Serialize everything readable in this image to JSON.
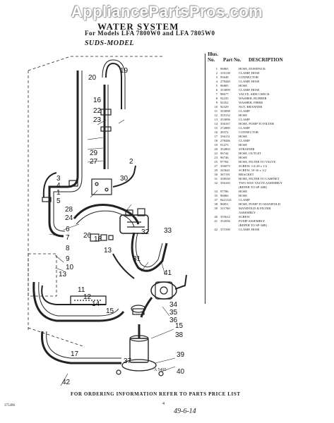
{
  "watermark": "AppliancePartsPros.com",
  "title": "WATER SYSTEM",
  "models": "For Models LFA 7800W0 and LFA 7805W0",
  "section": "SUDS-MODEL",
  "legend": {
    "head_illus": "Illus. No.",
    "head_part": "Part No.",
    "head_desc": "DESCRIPTION",
    "rows": [
      {
        "no": "1",
        "part": "96865",
        "desc": "HOSE, DOSEPACK"
      },
      {
        "no": "2",
        "part": "316138",
        "desc": "CLAMP, HOSE"
      },
      {
        "no": "3",
        "part": "95649",
        "desc": "CONNECTOR"
      },
      {
        "no": "4",
        "part": "278440",
        "desc": "CLAMP, HOSE"
      },
      {
        "no": "5",
        "part": "96805",
        "desc": "HOSE"
      },
      {
        "no": "6",
        "part": "353099",
        "desc": "CLAMP, HOSE"
      },
      {
        "no": "7",
        "part": "98677",
        "desc": "VALVE, SIDE CHECK"
      },
      {
        "no": "8",
        "part": "92235",
        "desc": "WASHER, RUBBER"
      },
      {
        "no": "9",
        "part": "92352",
        "desc": "WASHER, FIBER"
      },
      {
        "no": "10",
        "part": "92329",
        "desc": "NUT, BRANNER"
      },
      {
        "no": "11",
        "part": "353098",
        "desc": "CLAMP"
      },
      {
        "no": "12",
        "part": "355152",
        "desc": "HOSE"
      },
      {
        "no": "13",
        "part": "353096",
        "desc": "CLAMP"
      },
      {
        "no": "14",
        "part": "356167",
        "desc": "HOSE, PUMP TO FILTER"
      },
      {
        "no": "15",
        "part": "272885",
        "desc": "CLAMP"
      },
      {
        "no": "16",
        "part": "28372",
        "desc": "CONNECTOR"
      },
      {
        "no": "17",
        "part": "356151",
        "desc": "HOSE"
      },
      {
        "no": "18",
        "part": "278446",
        "desc": "CLAMP"
      },
      {
        "no": "19",
        "part": "91273",
        "desc": "HOSE"
      },
      {
        "no": "20",
        "part": "352803",
        "desc": "STRAINER"
      },
      {
        "no": "22",
        "part": "96744",
        "desc": "HOSE, OUTLET"
      },
      {
        "no": "23",
        "part": "96746",
        "desc": "HOSE"
      },
      {
        "no": "25",
        "part": "97784",
        "desc": "HOSE, FILTER TO VALVE"
      },
      {
        "no": "27",
        "part": "356075",
        "desc": "SCREW, 1/4-28 x 1/2"
      },
      {
        "no": "29",
        "part": "343641",
        "desc": "SCREW, 10-16 x 1/2"
      },
      {
        "no": "30",
        "part": "367191",
        "desc": "BRACKET"
      },
      {
        "no": "31",
        "part": "358530",
        "desc": "HOSE, FILTER TO CABINET"
      },
      {
        "no": "32",
        "part": "356165",
        "desc": "TWO WAY VALVE ASSEMBLY"
      },
      {
        "no": "",
        "part": "",
        "desc": "(REFER TO SP-34B)"
      },
      {
        "no": "33",
        "part": "97786",
        "desc": "HOSE"
      },
      {
        "no": "35",
        "part": "96866",
        "desc": "HOSE"
      },
      {
        "no": "37",
        "part": "9421321",
        "desc": "CLAMP"
      },
      {
        "no": "38",
        "part": "96851",
        "desc": "HOSE, PUMP TO MANIFOLD"
      },
      {
        "no": "39",
        "part": "311760",
        "desc": "MANIFOLD & FILTER"
      },
      {
        "no": "",
        "part": "",
        "desc": "ASSEMBLY"
      },
      {
        "no": "40",
        "part": "355612",
        "desc": "SCREW"
      },
      {
        "no": "41",
        "part": "352036",
        "desc": "PUMP ASSEMBLY"
      },
      {
        "no": "",
        "part": "",
        "desc": "(REFER TO SP-34B)"
      },
      {
        "no": "42",
        "part": "371590",
        "desc": "CLAMP, HOSE"
      }
    ]
  },
  "callouts": [
    "20",
    "19",
    "16",
    "22",
    "23",
    "29",
    "27",
    "2",
    "3",
    "4",
    "1",
    "5",
    "30",
    "28",
    "24",
    "26",
    "18",
    "13",
    "32",
    "33",
    "31",
    "6",
    "7",
    "8",
    "9",
    "10",
    "13",
    "11",
    "12",
    "14",
    "15",
    "41",
    "34",
    "35",
    "36",
    "15",
    "38",
    "37",
    "39",
    "17",
    "42",
    "40"
  ],
  "art_number": "A 5495",
  "footer": "FOR ORDERING INFORMATION REFER TO PARTS PRICE LIST",
  "page_number": "4",
  "corner_code": "375496",
  "handwritten": "49-6-14"
}
